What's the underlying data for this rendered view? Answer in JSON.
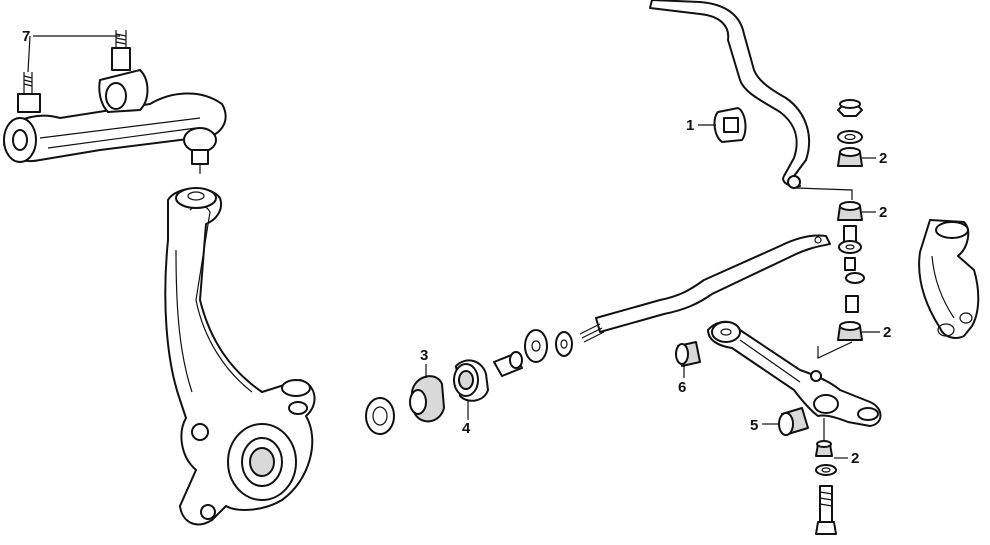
{
  "callouts": {
    "c1": "1",
    "c2a": "2",
    "c2b": "2",
    "c2c": "2",
    "c2d": "2",
    "c3": "3",
    "c4": "4",
    "c5": "5",
    "c6": "6",
    "c7": "7"
  },
  "colors": {
    "line": "#111111",
    "fill": "#ffffff",
    "shade": "#d9d9d9"
  }
}
